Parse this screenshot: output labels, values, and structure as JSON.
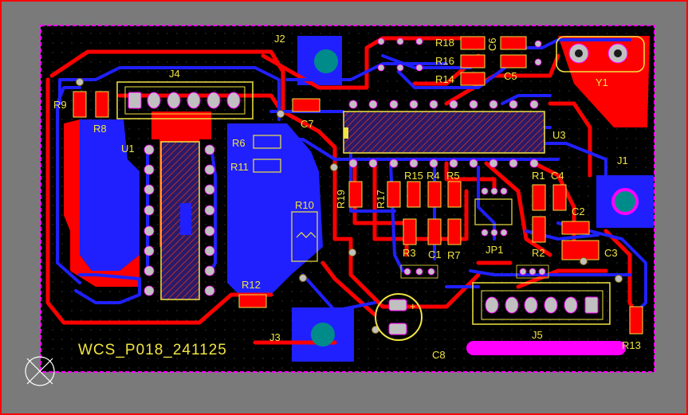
{
  "board": {
    "name_text": "WCS_P018_241125",
    "colors": {
      "workspace": "#7a7a7a",
      "board": "#000000",
      "top_copper": "#ff0000",
      "bottom_copper": "#2020ff",
      "silkscreen": "#f0e442",
      "outline": "#ff00ff",
      "pad": "#c0c0c0",
      "drill": "#008b8b"
    }
  },
  "labels": {
    "J1": "J1",
    "J2": "J2",
    "J3": "J3",
    "J4": "J4",
    "J5": "J5",
    "U1": "U1",
    "U3": "U3",
    "Y1": "Y1",
    "JP1": "JP1",
    "R1": "R1",
    "R2": "R2",
    "R3": "R3",
    "R4": "R4",
    "R5": "R5",
    "R6": "R6",
    "R7": "R7",
    "R8": "R8",
    "R9": "R9",
    "R10": "R10",
    "R11": "R11",
    "R12": "R12",
    "R13": "R13",
    "R14": "R14",
    "R15": "R15",
    "R16": "R16",
    "R17": "R17",
    "R18": "R18",
    "R19": "R19",
    "C1": "C1",
    "C2": "C2",
    "C3": "C3",
    "C4": "C4",
    "C5": "C5",
    "C6": "C6",
    "C7": "C7",
    "C8": "C8"
  }
}
